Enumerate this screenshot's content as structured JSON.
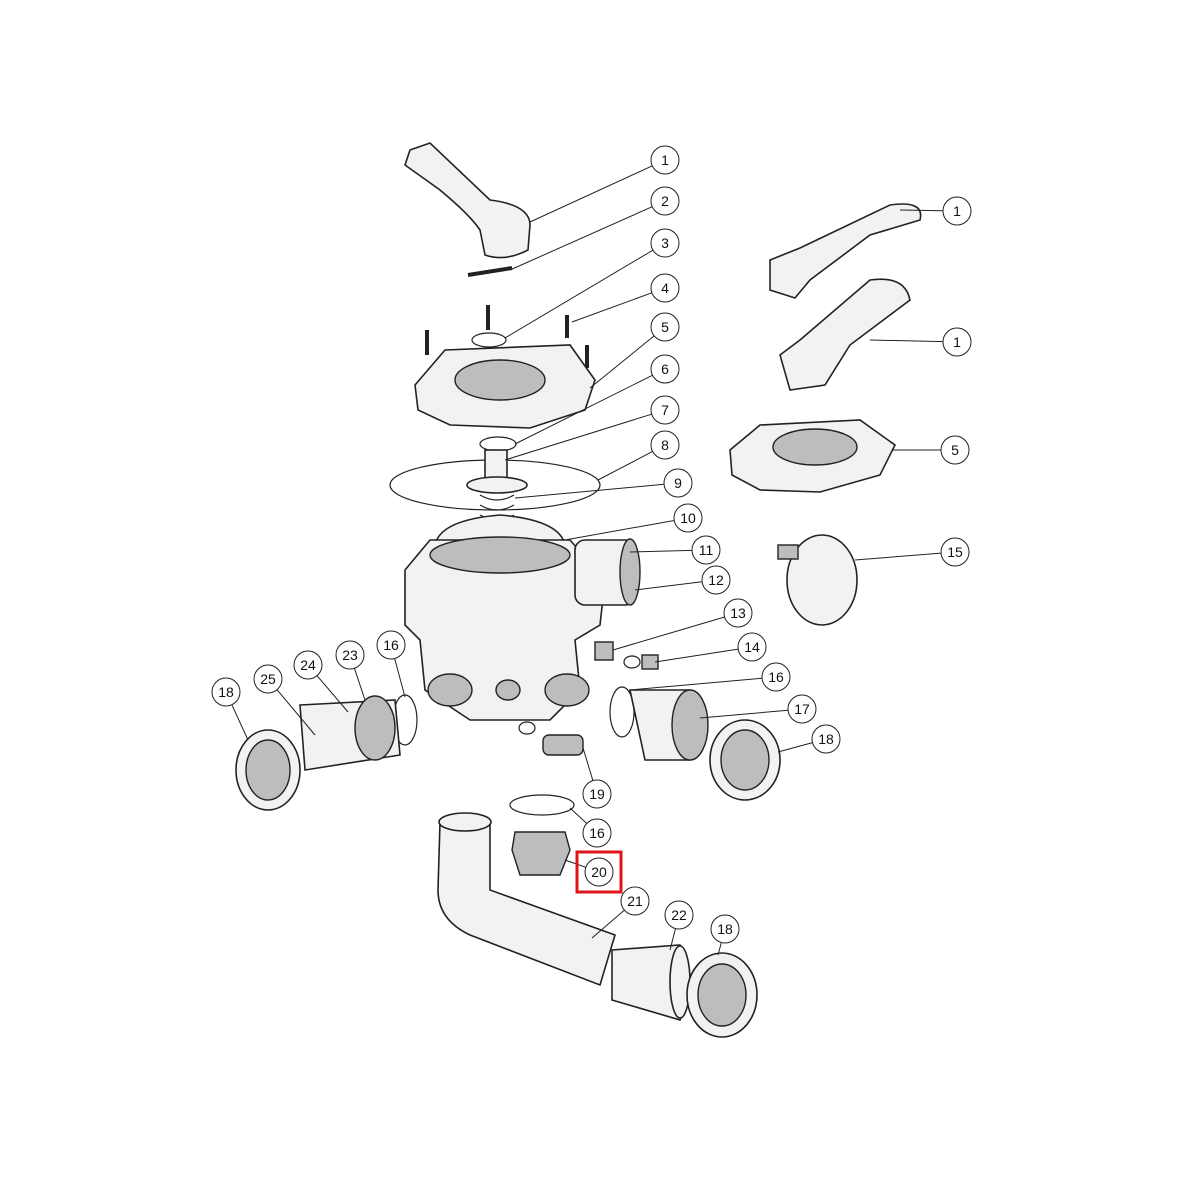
{
  "diagram": {
    "type": "exploded-parts-view",
    "highlight_color": "#e0141b",
    "highlighted_part": "20",
    "callouts": [
      {
        "label": "1"
      },
      {
        "label": "2"
      },
      {
        "label": "3"
      },
      {
        "label": "4"
      },
      {
        "label": "5"
      },
      {
        "label": "6"
      },
      {
        "label": "7"
      },
      {
        "label": "8"
      },
      {
        "label": "9"
      },
      {
        "label": "10"
      },
      {
        "label": "11"
      },
      {
        "label": "12"
      },
      {
        "label": "13"
      },
      {
        "label": "14"
      },
      {
        "label": "16"
      },
      {
        "label": "17"
      },
      {
        "label": "18"
      },
      {
        "label": "19"
      },
      {
        "label": "16"
      },
      {
        "label": "20"
      },
      {
        "label": "21"
      },
      {
        "label": "22"
      },
      {
        "label": "18"
      },
      {
        "label": "18"
      },
      {
        "label": "25"
      },
      {
        "label": "24"
      },
      {
        "label": "23"
      },
      {
        "label": "16"
      },
      {
        "label": "1"
      },
      {
        "label": "1"
      },
      {
        "label": "5"
      },
      {
        "label": "15"
      }
    ]
  }
}
